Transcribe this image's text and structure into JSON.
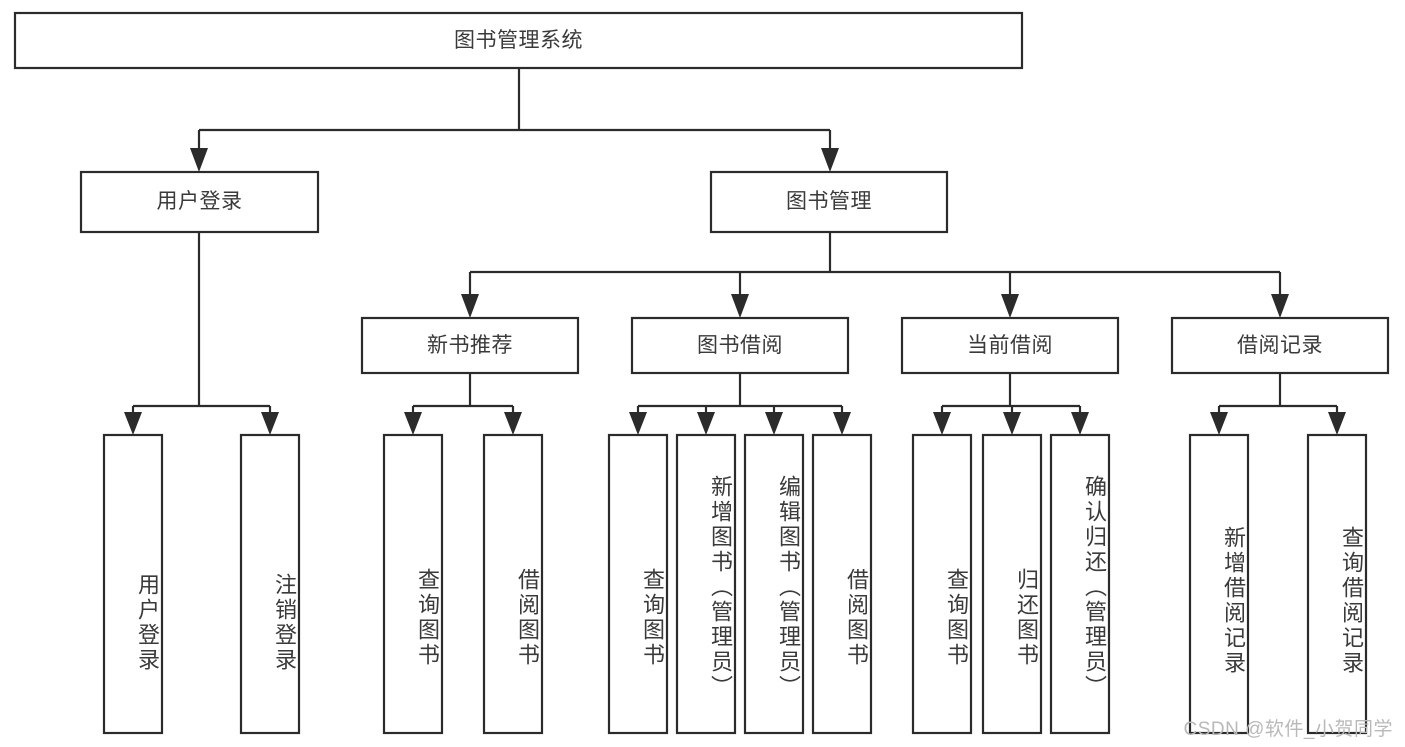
{
  "diagram": {
    "type": "tree-hierarchy",
    "title": "图书管理系统",
    "watermark": "CSDN @软件_小贺同学",
    "colors": {
      "stroke": "#2b2b2b",
      "box_fill": "#ffffff",
      "text": "#3a3a3a",
      "background": "#ffffff",
      "watermark": "#b9b9b9"
    },
    "levels": 4,
    "nodes": {
      "root": {
        "label": "图书管理系统",
        "level": 1,
        "orientation": "horizontal"
      },
      "l2": [
        {
          "label": "用户登录",
          "level": 2,
          "orientation": "horizontal"
        },
        {
          "label": "图书管理",
          "level": 2,
          "orientation": "horizontal"
        }
      ],
      "l3": [
        {
          "label": "新书推荐",
          "level": 3,
          "orientation": "horizontal",
          "parent": "图书管理"
        },
        {
          "label": "图书借阅",
          "level": 3,
          "orientation": "horizontal",
          "parent": "图书管理"
        },
        {
          "label": "当前借阅",
          "level": 3,
          "orientation": "horizontal",
          "parent": "图书管理"
        },
        {
          "label": "借阅记录",
          "level": 3,
          "orientation": "horizontal",
          "parent": "图书管理"
        }
      ],
      "leaves": [
        {
          "label": "用户登录",
          "parent": "用户登录",
          "orientation": "vertical"
        },
        {
          "label": "注销登录",
          "parent": "用户登录",
          "orientation": "vertical"
        },
        {
          "label": "查询图书",
          "parent": "新书推荐",
          "orientation": "vertical"
        },
        {
          "label": "借阅图书",
          "parent": "新书推荐",
          "orientation": "vertical"
        },
        {
          "label": "查询图书",
          "parent": "图书借阅",
          "orientation": "vertical"
        },
        {
          "label": "新增图书（管理员）",
          "parent": "图书借阅",
          "orientation": "vertical"
        },
        {
          "label": "编辑图书（管理员）",
          "parent": "图书借阅",
          "orientation": "vertical"
        },
        {
          "label": "借阅图书",
          "parent": "图书借阅",
          "orientation": "vertical"
        },
        {
          "label": "查询图书",
          "parent": "当前借阅",
          "orientation": "vertical"
        },
        {
          "label": "归还图书",
          "parent": "当前借阅",
          "orientation": "vertical"
        },
        {
          "label": "确认归还（管理员）",
          "parent": "当前借阅",
          "orientation": "vertical"
        },
        {
          "label": "新增借阅记录",
          "parent": "借阅记录",
          "orientation": "vertical"
        },
        {
          "label": "查询借阅记录",
          "parent": "借阅记录",
          "orientation": "vertical"
        }
      ]
    }
  }
}
